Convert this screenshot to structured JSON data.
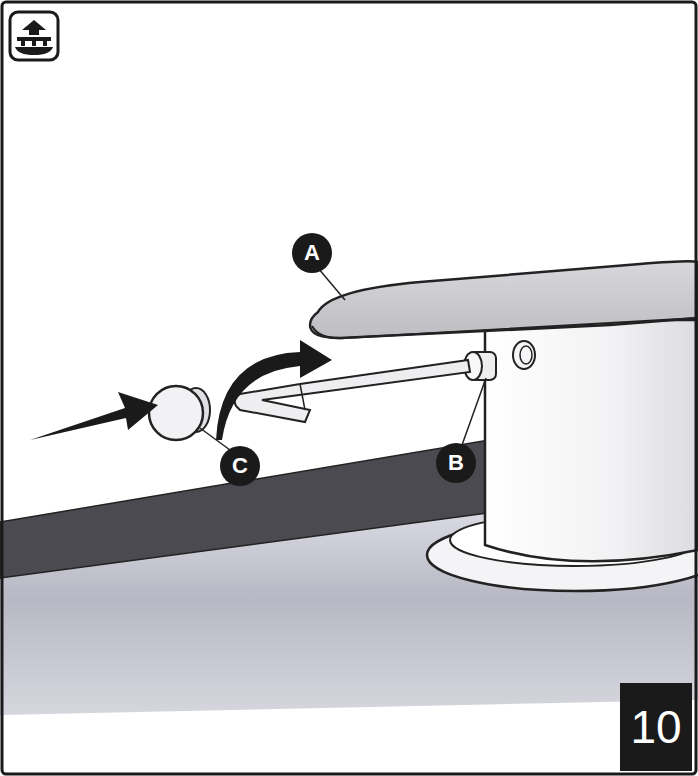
{
  "diagram": {
    "labels": [
      "A",
      "B",
      "C",
      "10"
    ]
  }
}
